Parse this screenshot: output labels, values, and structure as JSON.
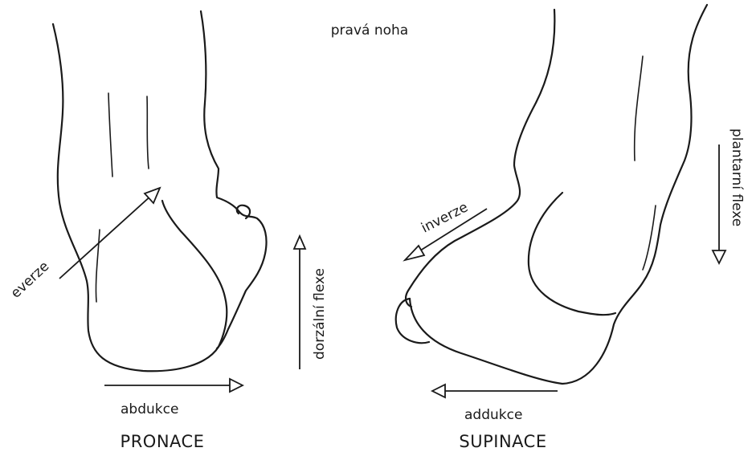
{
  "title": "pravá noha",
  "left_foot": {
    "caption": "PRONACE",
    "labels": {
      "everze": "everze",
      "abdukce": "abdukce",
      "dorzalni_flexe": "dorzální flexe"
    }
  },
  "right_foot": {
    "caption": "SUPINACE",
    "labels": {
      "inverze": "inverze",
      "addukce": "addukce",
      "plantarni_flexe": "plantarní flexe"
    }
  }
}
